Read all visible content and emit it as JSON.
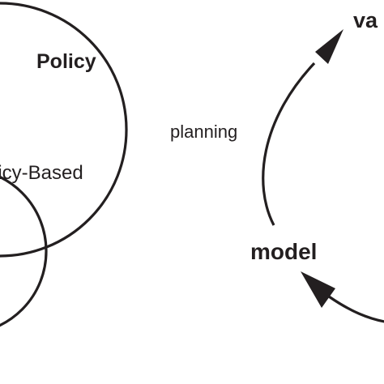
{
  "venn": {
    "set_label": "Policy",
    "overlap_label": "licy-Based"
  },
  "cycle": {
    "top_label": "va",
    "edge_label": "planning",
    "bottom_label": "model"
  }
}
